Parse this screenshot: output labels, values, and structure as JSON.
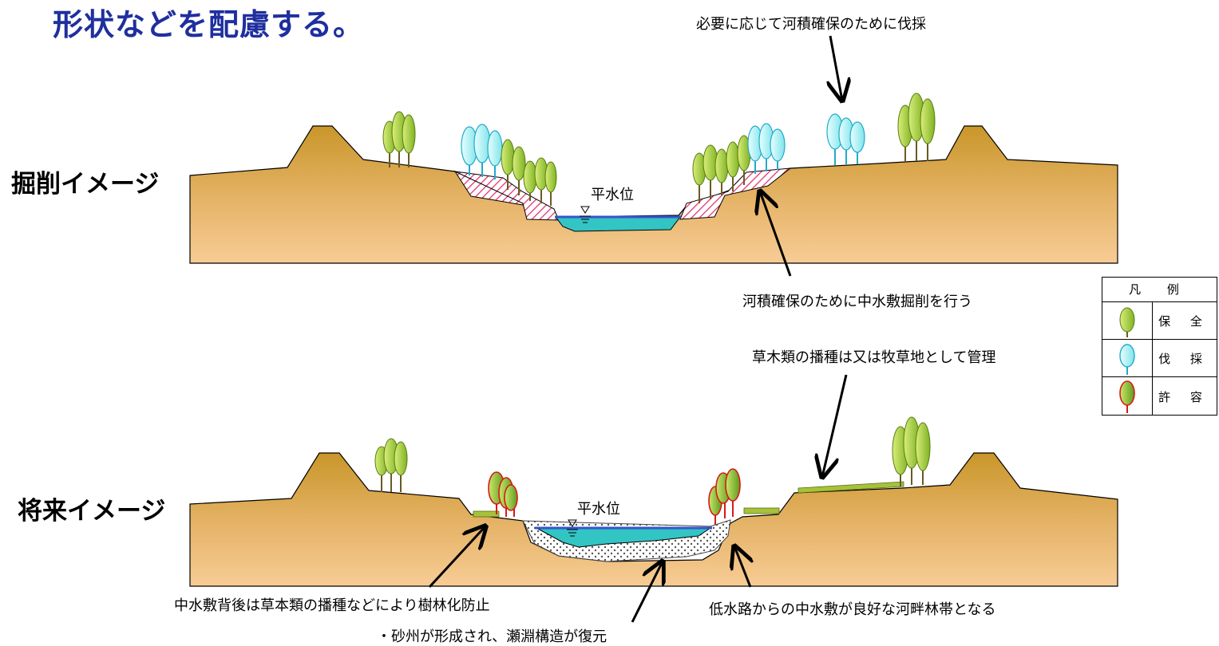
{
  "title": "形状などを配慮する。",
  "sections": {
    "top_label": "掘削イメージ",
    "bottom_label": "将来イメージ"
  },
  "water_level": {
    "top": "平水位",
    "bottom": "平水位"
  },
  "annotations": {
    "top_felling": "必要に応じて河積確保のために伐採",
    "top_excavation": "河積確保のために中水敷掘削を行う",
    "bottom_sowing": "草木類の播種は又は牧草地として管理",
    "bottom_prevent": "中水敷背後は草本類の播種などにより樹林化防止",
    "bottom_sandbar": "・砂州が形成され、瀬淵構造が復元",
    "bottom_riparian": "低水路からの中水敷が良好な河畔林帯となる"
  },
  "legend": {
    "header": "凡 例",
    "items": [
      {
        "label": "保 全",
        "icon": "tree-conserve-icon",
        "color": "#8fbf2a"
      },
      {
        "label": "伐 採",
        "icon": "tree-fell-icon",
        "color": "#33ccdd"
      },
      {
        "label": "許 容",
        "icon": "tree-allow-icon",
        "color": "#d61a1a"
      }
    ]
  },
  "colors": {
    "ground_top": "#cc9a2a",
    "ground_bottom": "#f4c98e",
    "water": "#33c4c4",
    "water_line": "#3355cc",
    "excavation_hatch": "#e0306a",
    "title": "#1f2f9e"
  }
}
